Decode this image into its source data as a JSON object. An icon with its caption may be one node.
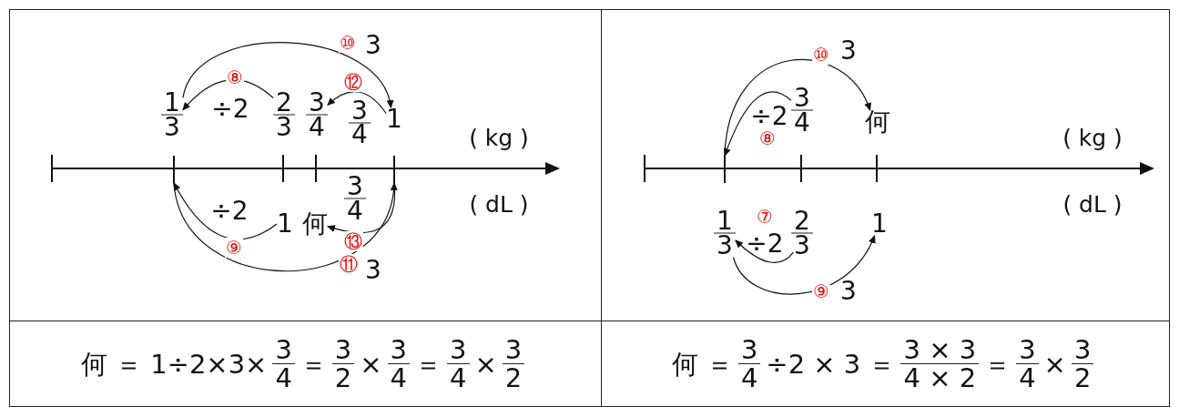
{
  "diagram": {
    "nodes": [
      {
        "text": [],
        "shape": "box"
      },
      {
        "text": [],
        "shape": "box"
      },
      {
        "text": [
          "何 ＝ 1÷2×3×",
          "3",
          "4",
          "＝",
          "3",
          "2",
          "×",
          "3",
          "4",
          "＝",
          "3",
          "4",
          "×",
          "3",
          "2"
        ]
      },
      {
        "text": [
          "何 ＝",
          "3",
          "4",
          "÷2 × 3 ＝",
          "3 × 3",
          "4 × 2",
          "＝",
          "3",
          "4",
          "×",
          "3",
          "2"
        ]
      },
      {
        "text": [
          "1",
          "3"
        ],
        "in": 0
      },
      {
        "text": [
          "2",
          "3"
        ],
        "in": 0
      },
      {
        "text": [
          "3",
          "4"
        ],
        "in": 0
      },
      {
        "text": [
          "1"
        ],
        "in": 0
      },
      {
        "text": [],
        "shape": "bar",
        "in": 0
      },
      {
        "text": [],
        "shape": "bar",
        "in": 0
      },
      {
        "text": [
          "1"
        ],
        "in": 0
      },
      {
        "text": [
          "何"
        ],
        "in": 0
      },
      {
        "text": [
          "3",
          "4"
        ],
        "in": 1
      },
      {
        "text": [
          "何"
        ],
        "in": 1
      },
      {
        "text": [],
        "shape": "bar",
        "in": 1
      },
      {
        "text": [
          "1",
          "3"
        ],
        "in": 1
      },
      {
        "text": [
          "2",
          "3"
        ],
        "in": 1
      },
      {
        "text": [
          "1"
        ],
        "in": 1
      }
    ],
    "edges": [
      {
        "from": 4,
        "to": 7,
        "arrow": "to",
        "label": "⑩"
      },
      {
        "from": 5,
        "to": 4,
        "arrow": "to",
        "label": "⑧"
      },
      {
        "from": 7,
        "to": 6,
        "arrow": "to",
        "label": "⑫"
      },
      {
        "from": 10,
        "to": 8,
        "arrow": "to",
        "label": "⑨"
      },
      {
        "from": 8,
        "to": 9,
        "arrow": "to",
        "label": "⑪"
      },
      {
        "from": 9,
        "to": 11,
        "arrow": "to",
        "label": "⑬"
      },
      {
        "from": 14,
        "to": 13,
        "arrow": "to",
        "label": "⑩"
      },
      {
        "from": 12,
        "to": 14,
        "arrow": "to",
        "label": "⑧"
      },
      {
        "from": 16,
        "to": 15,
        "arrow": "to",
        "label": "⑦"
      },
      {
        "from": 15,
        "to": 17,
        "arrow": "to",
        "label": "⑨"
      }
    ],
    "labels": [
      "3",
      "÷2",
      "3",
      "4",
      "( kg )",
      "( dL )",
      "÷2",
      "3",
      "4",
      "3",
      "3",
      "÷2",
      "( kg )",
      "( dL )",
      "÷2",
      "3"
    ]
  }
}
